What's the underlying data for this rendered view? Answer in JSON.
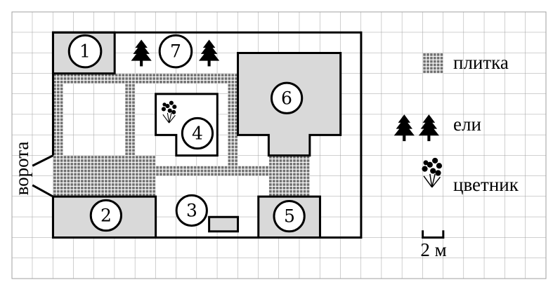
{
  "plan": {
    "gate_label": "ворота",
    "objects": [
      {
        "id": "1"
      },
      {
        "id": "2"
      },
      {
        "id": "3"
      },
      {
        "id": "4"
      },
      {
        "id": "5"
      },
      {
        "id": "6"
      },
      {
        "id": "7"
      }
    ]
  },
  "legend": {
    "tiles": "плитка",
    "spruces": "ели",
    "flowerbed": "цветник",
    "scale": "2 м"
  },
  "colors": {
    "building_fill": "#d9d9d9",
    "tile": "#6f6f6f",
    "grid": "#a0a0a0"
  }
}
